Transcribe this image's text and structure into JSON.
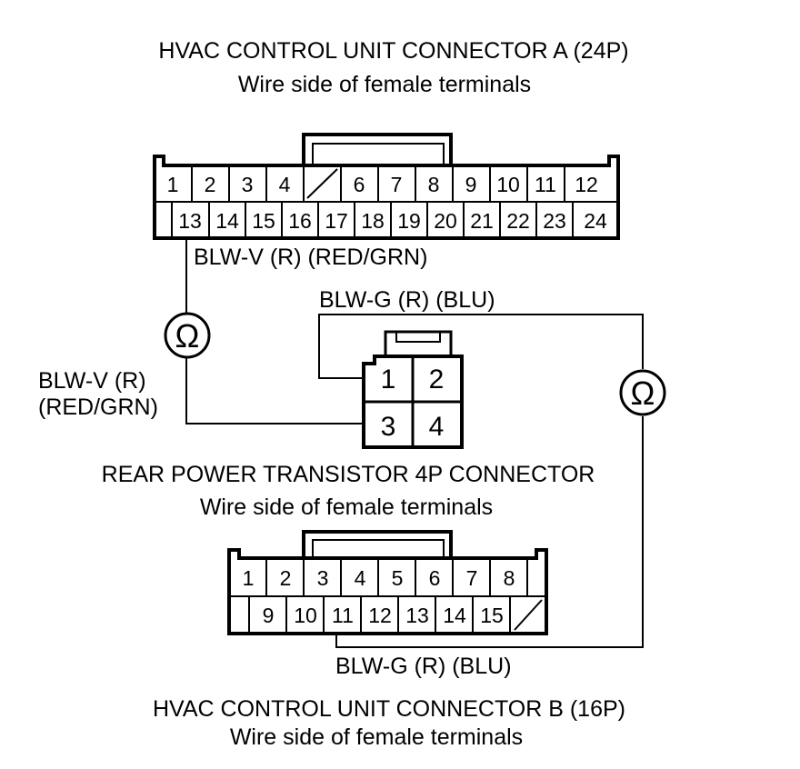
{
  "connector_a": {
    "title": "HVAC CONTROL UNIT CONNECTOR A (24P)",
    "subtitle": "Wire side of female terminals",
    "top_row": [
      "1",
      "2",
      "3",
      "4",
      "",
      "6",
      "7",
      "8",
      "9",
      "10",
      "11",
      "12"
    ],
    "bottom_row": [
      "13",
      "14",
      "15",
      "16",
      "17",
      "18",
      "19",
      "20",
      "21",
      "22",
      "23",
      "24"
    ]
  },
  "connector_b": {
    "title": "HVAC CONTROL UNIT CONNECTOR B (16P)",
    "subtitle": "Wire side of female terminals",
    "top_row": [
      "1",
      "2",
      "3",
      "4",
      "5",
      "6",
      "7",
      "8"
    ],
    "bottom_row": [
      "9",
      "10",
      "11",
      "12",
      "13",
      "14",
      "15",
      ""
    ]
  },
  "transistor": {
    "title": "REAR POWER TRANSISTOR 4P CONNECTOR",
    "subtitle": "Wire side of female terminals",
    "pins": [
      "1",
      "2",
      "3",
      "4"
    ]
  },
  "wires": {
    "blwv_top": "BLW-V (R) (RED/GRN)",
    "blwg_top": "BLW-G (R) (BLU)",
    "blwv_side_line1": "BLW-V (R)",
    "blwv_side_line2": "(RED/GRN)",
    "blwg_bottom": "BLW-G (R) (BLU)"
  },
  "meters": {
    "left_symbol": "Ω",
    "right_symbol": "Ω"
  }
}
